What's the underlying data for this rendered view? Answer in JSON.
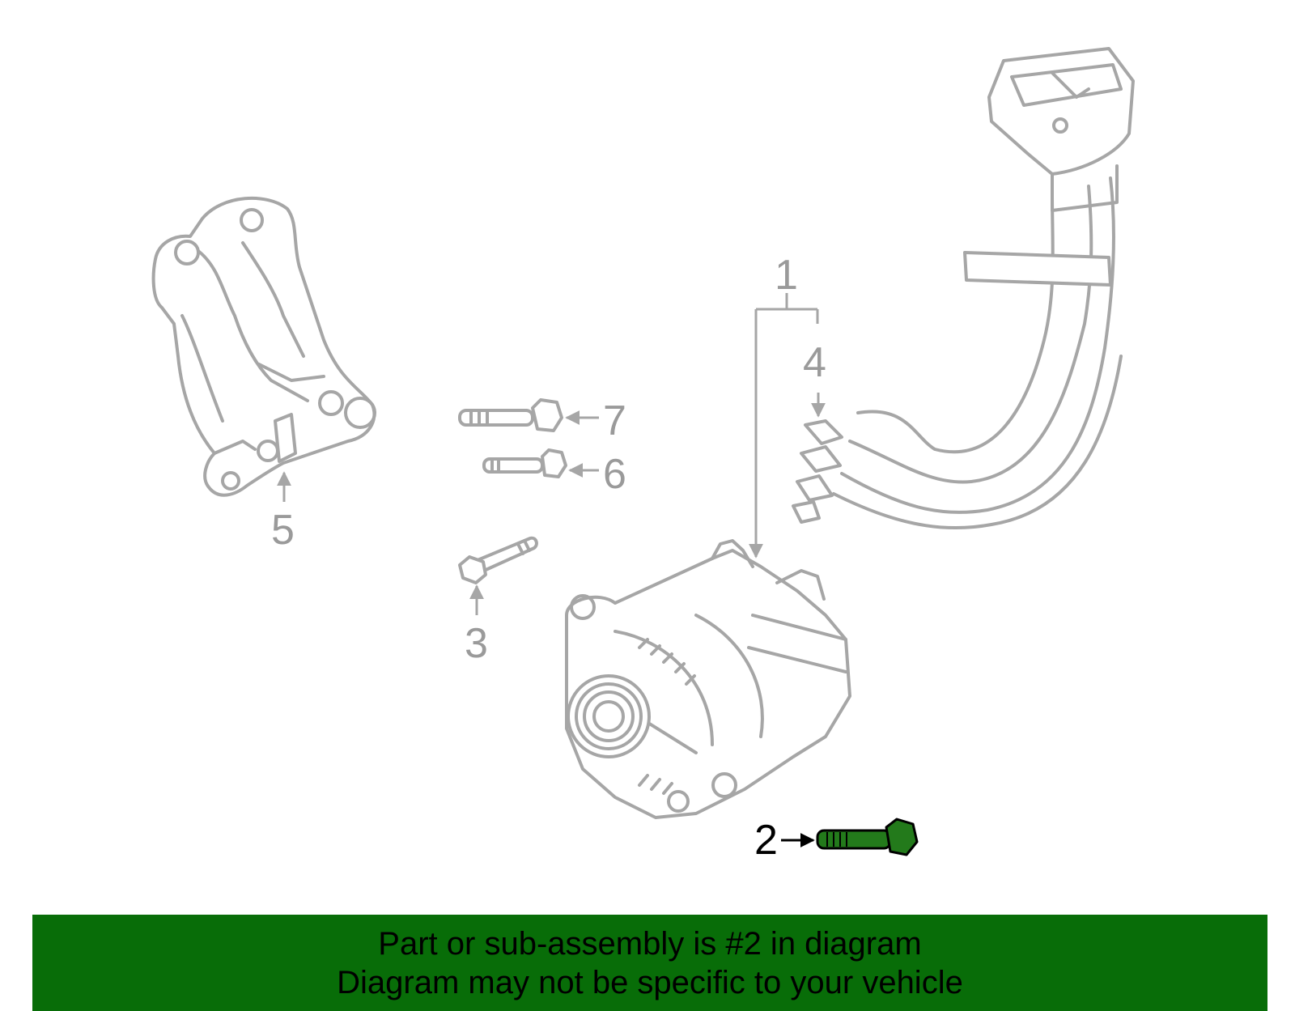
{
  "colors": {
    "banner_bg": "#086d08",
    "highlight_part": "#237a1b",
    "part_outline": "#a6a6a6",
    "callout_text": "#9a9a9a"
  },
  "callouts": {
    "c1": "1",
    "c2": "2",
    "c3": "3",
    "c4": "4",
    "c5": "5",
    "c6": "6",
    "c7": "7"
  },
  "highlighted_callout": "2",
  "banner": {
    "line1": "Part or sub-assembly is #2 in diagram",
    "line2": "Diagram may not be specific to your vehicle"
  }
}
